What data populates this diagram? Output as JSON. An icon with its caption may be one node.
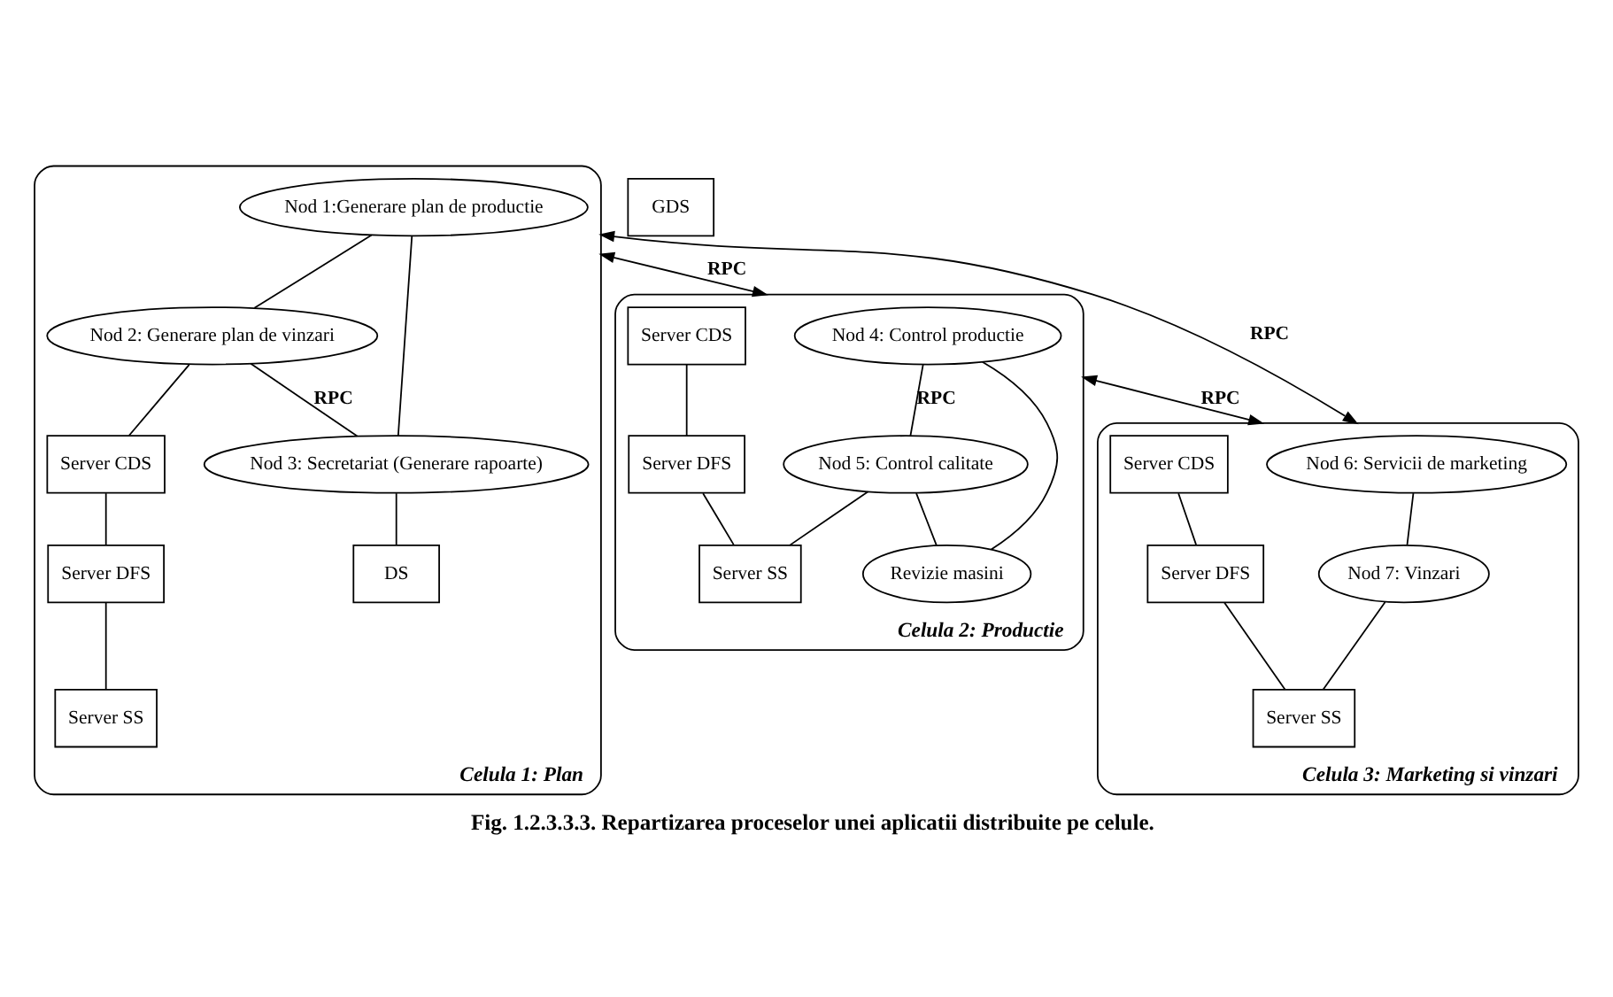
{
  "diagram": {
    "caption": "Fig. 1.2.3.3.3. Repartizarea proceselor unei aplicatii distribuite pe celule.",
    "nodes": [
      {
        "text": [
          "Celula 1: Plan"
        ]
      },
      {
        "text": [
          "Nod 1:Generare plan de productie"
        ],
        "in": 0
      },
      {
        "text": [
          "Nod 2: Generare plan de vinzari"
        ],
        "in": 0
      },
      {
        "text": [
          "Nod 3: Secretariat (Generare rapoarte)"
        ],
        "in": 0
      },
      {
        "text": [
          "Server CDS"
        ],
        "in": 0
      },
      {
        "text": [
          "Server DFS"
        ],
        "in": 0
      },
      {
        "text": [
          "Server SS"
        ],
        "in": 0
      },
      {
        "text": [
          "DS"
        ],
        "in": 0
      },
      {
        "text": [
          "Celula 2: Productie"
        ]
      },
      {
        "text": [
          "Nod 4: Control productie"
        ],
        "in": 8
      },
      {
        "text": [
          "Nod 5: Control calitate"
        ],
        "in": 8
      },
      {
        "text": [
          "Revizie masini"
        ],
        "in": 8
      },
      {
        "text": [
          "Server CDS"
        ],
        "in": 8
      },
      {
        "text": [
          "Server DFS"
        ],
        "in": 8
      },
      {
        "text": [
          "Server SS"
        ],
        "in": 8
      },
      {
        "text": [
          "GDS"
        ]
      },
      {
        "text": [
          "Celula 3: Marketing si vinzari"
        ]
      },
      {
        "text": [
          "Nod 6: Servicii de marketing"
        ],
        "in": 16
      },
      {
        "text": [
          "Nod 7: Vinzari"
        ],
        "in": 16
      },
      {
        "text": [
          "Server CDS"
        ],
        "in": 16
      },
      {
        "text": [
          "Server DFS"
        ],
        "in": 16
      },
      {
        "text": [
          "Server SS"
        ],
        "in": 16
      }
    ],
    "edges": [
      {
        "from": 1,
        "to": 2,
        "arrow": "none"
      },
      {
        "from": 1,
        "to": 3,
        "arrow": "none"
      },
      {
        "from": 2,
        "to": 3,
        "arrow": "none",
        "label": "RPC"
      },
      {
        "from": 2,
        "to": 4,
        "arrow": "none"
      },
      {
        "from": 4,
        "to": 5,
        "arrow": "none"
      },
      {
        "from": 5,
        "to": 6,
        "arrow": "none"
      },
      {
        "from": 3,
        "to": 7,
        "arrow": "none"
      },
      {
        "from": 0,
        "to": 8,
        "arrow": "both",
        "label": "RPC"
      },
      {
        "from": 9,
        "to": 10,
        "arrow": "none",
        "label": "RPC"
      },
      {
        "from": 9,
        "to": 11,
        "arrow": "none"
      },
      {
        "from": 10,
        "to": 11,
        "arrow": "none"
      },
      {
        "from": 10,
        "to": 14,
        "arrow": "none"
      },
      {
        "from": 12,
        "to": 13,
        "arrow": "none"
      },
      {
        "from": 13,
        "to": 14,
        "arrow": "none"
      },
      {
        "from": 0,
        "to": 16,
        "arrow": "both",
        "label": "RPC"
      },
      {
        "from": 8,
        "to": 16,
        "arrow": "both",
        "label": "RPC"
      },
      {
        "from": 17,
        "to": 18,
        "arrow": "none"
      },
      {
        "from": 18,
        "to": 21,
        "arrow": "none"
      },
      {
        "from": 19,
        "to": 20,
        "arrow": "none"
      },
      {
        "from": 20,
        "to": 21,
        "arrow": "none"
      }
    ]
  }
}
